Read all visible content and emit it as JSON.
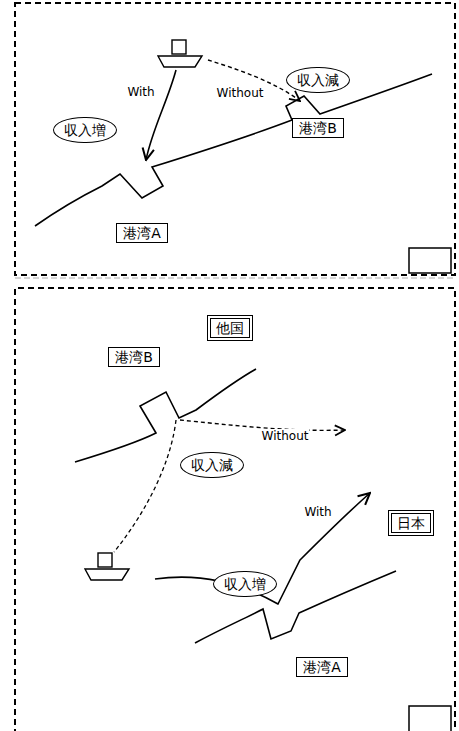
{
  "diagram": {
    "nodes": [
      {
        "text": [
          "収入減"
        ]
      },
      {
        "text": [
          "港湾B"
        ]
      },
      {
        "text": [
          "収入増"
        ]
      },
      {
        "text": [
          "港湾A"
        ]
      },
      {
        "text": [
          "他国"
        ]
      },
      {
        "text": [
          "港湾B"
        ]
      },
      {
        "text": [
          "収入減"
        ]
      },
      {
        "text": [
          "日本"
        ]
      },
      {
        "text": [
          "収入増"
        ]
      },
      {
        "text": [
          "港湾A"
        ]
      }
    ],
    "labels": [
      "With",
      "Without",
      "Without",
      "With"
    ]
  }
}
